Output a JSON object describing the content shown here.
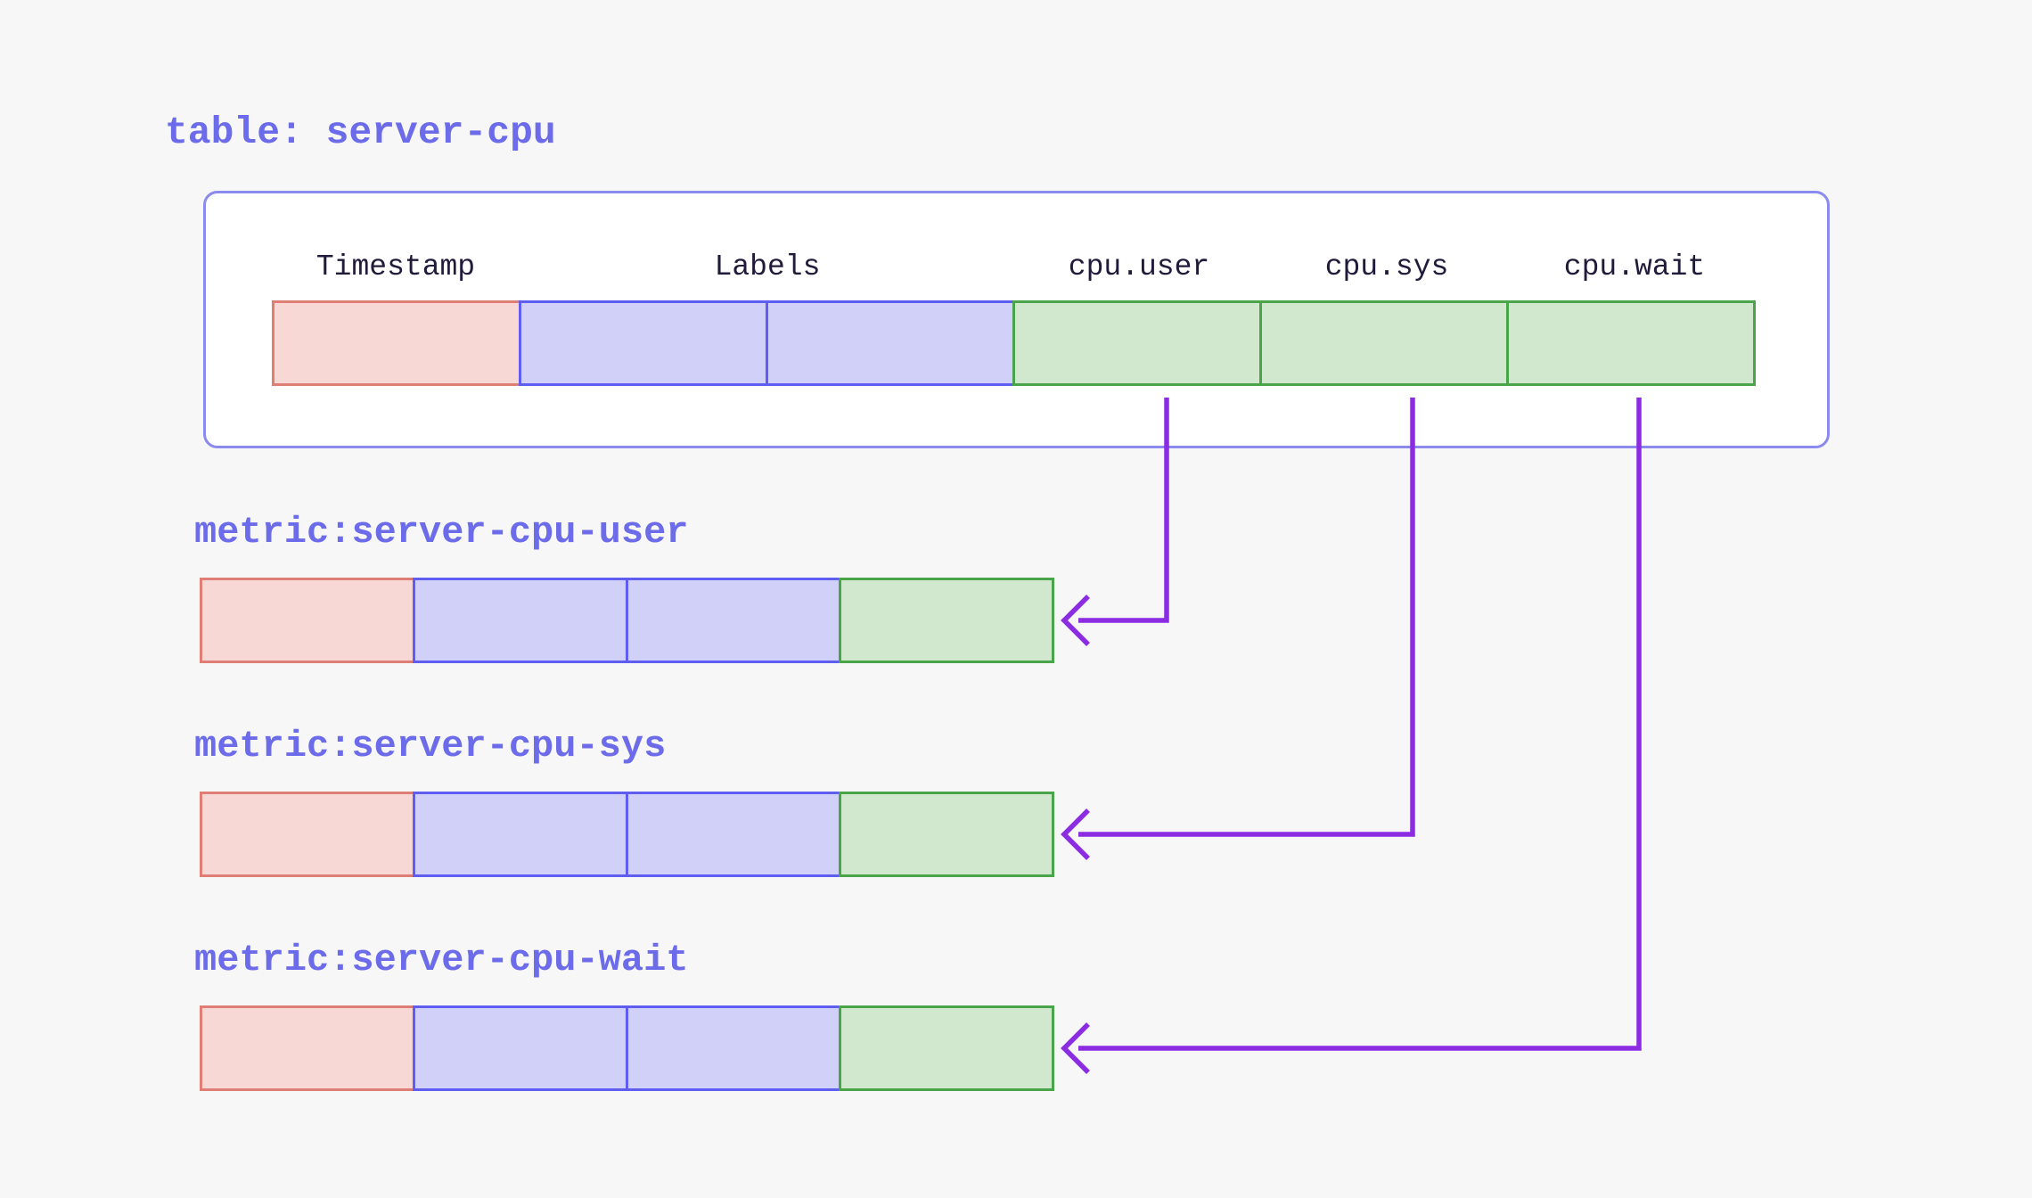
{
  "title": "table: server-cpu",
  "table": {
    "headers": [
      "Timestamp",
      "Labels",
      "cpu.user",
      "cpu.sys",
      "cpu.wait"
    ],
    "cell_types": [
      "timestamp",
      "labels",
      "labels",
      "field",
      "field",
      "field"
    ]
  },
  "metrics": [
    {
      "label": "metric:server-cpu-user"
    },
    {
      "label": "metric:server-cpu-sys"
    },
    {
      "label": "metric:server-cpu-wait"
    }
  ],
  "colors": {
    "page-bg": "#f7f7f8",
    "box-bg": "#ffffff",
    "box-border": "#8a8aef",
    "accent-purple": "#6c6cea",
    "header-text": "#221a3a",
    "timestamp-fill": "#f8d8d5",
    "timestamp-border": "#df7e74",
    "labels-fill": "#d0d0f8",
    "labels-border": "#5e5ef2",
    "field-fill": "#d1e7ce",
    "field-border": "#4aa44a",
    "arrow-purple": "#8b2be2"
  }
}
